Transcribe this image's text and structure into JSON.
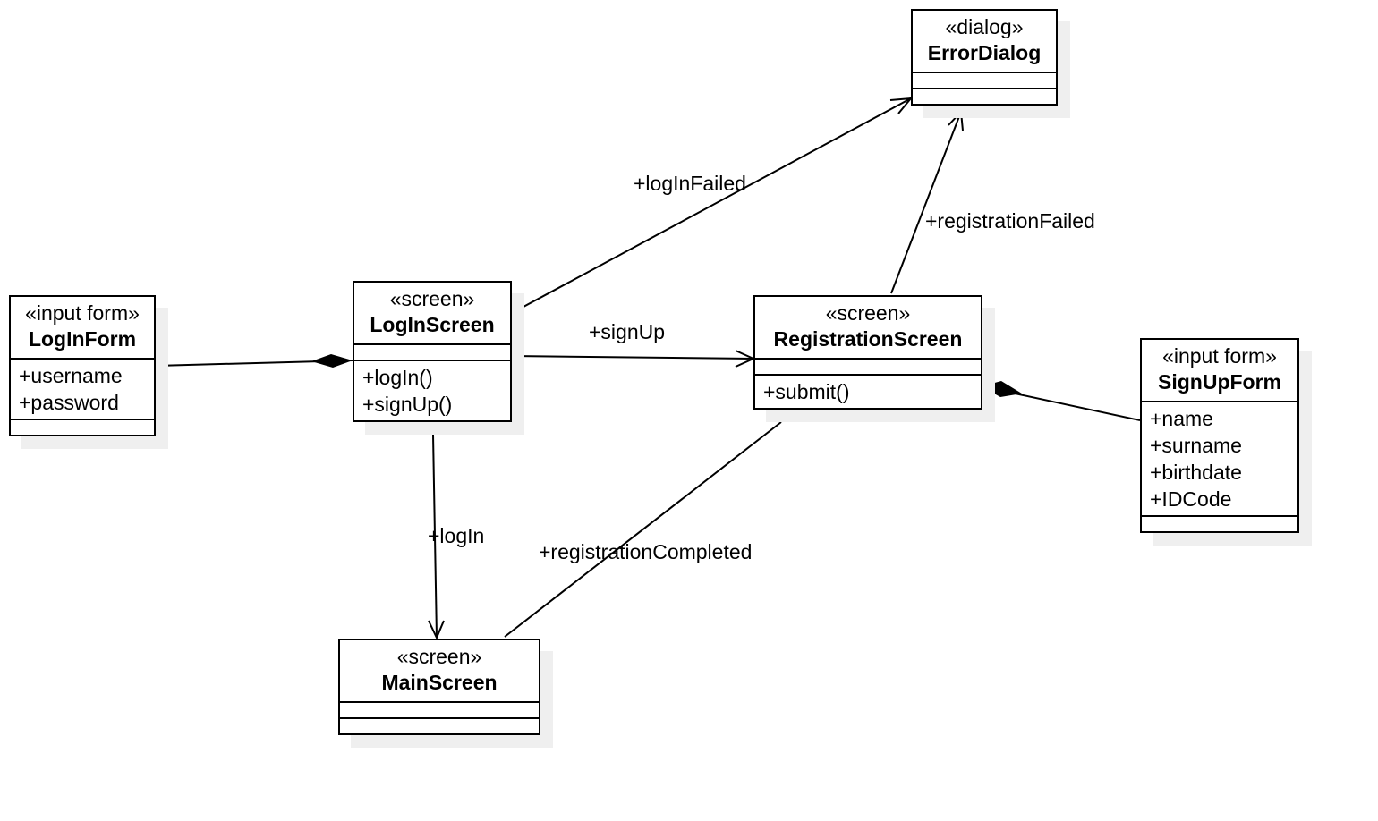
{
  "classes": {
    "login_form": {
      "stereotype": "«input form»",
      "name": "LogInForm",
      "attributes": [
        "+username",
        "+password"
      ],
      "operations": []
    },
    "login_screen": {
      "stereotype": "«screen»",
      "name": "LogInScreen",
      "attributes": [],
      "operations": [
        "+logIn()",
        "+signUp()"
      ]
    },
    "error_dialog": {
      "stereotype": "«dialog»",
      "name": "ErrorDialog",
      "attributes": [],
      "operations": []
    },
    "registration_screen": {
      "stereotype": "«screen»",
      "name": "RegistrationScreen",
      "attributes": [],
      "operations": [
        "+submit()"
      ]
    },
    "signup_form": {
      "stereotype": "«input form»",
      "name": "SignUpForm",
      "attributes": [
        "+name",
        "+surname",
        "+birthdate",
        "+IDCode"
      ],
      "operations": []
    },
    "main_screen": {
      "stereotype": "«screen»",
      "name": "MainScreen",
      "attributes": [],
      "operations": []
    }
  },
  "relations": {
    "login_failed": "+logInFailed",
    "registration_failed": "+registrationFailed",
    "sign_up": "+signUp",
    "log_in": "+logIn",
    "registration_completed": "+registrationCompleted"
  }
}
